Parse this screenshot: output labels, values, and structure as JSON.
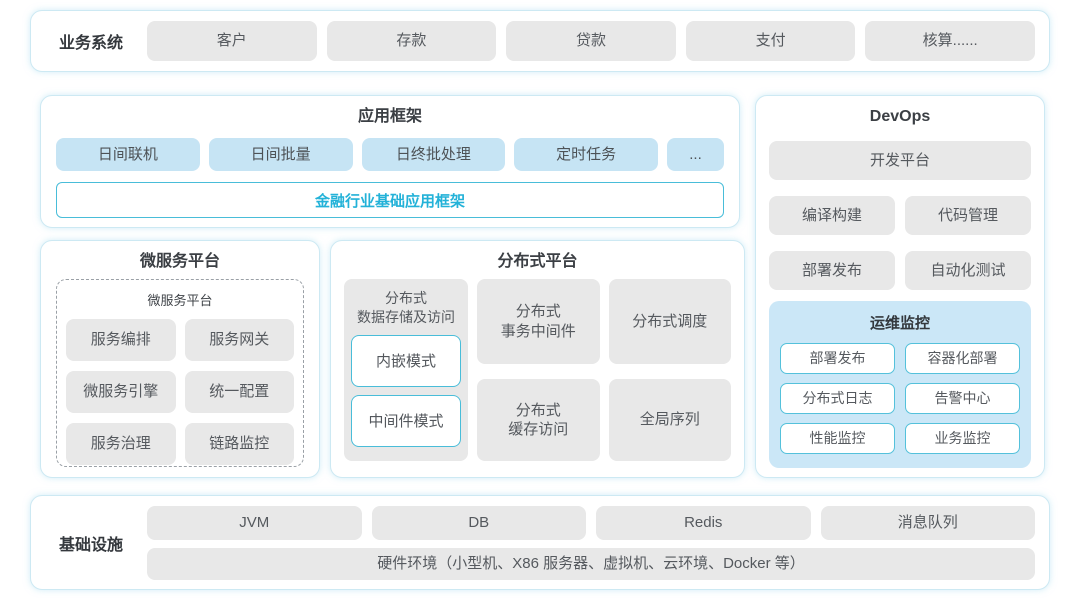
{
  "colors": {
    "accent_text": "#23b2d8",
    "accent_border": "#49bdd9",
    "panel_border": "#cde9f3",
    "gray_fill": "#e8e8e8",
    "blue_fill": "#c6e4f4",
    "monitor_fill": "#cbe7f7",
    "body_text": "#55595e",
    "title_text": "#3b3f44"
  },
  "business": {
    "label": "业务系统",
    "items": [
      "客户",
      "存款",
      "贷款",
      "支付",
      "核算......"
    ]
  },
  "app_framework": {
    "title": "应用框架",
    "items": [
      "日间联机",
      "日间批量",
      "日终批处理",
      "定时任务",
      "..."
    ],
    "base_label": "金融行业基础应用框架"
  },
  "microservice": {
    "title": "微服务平台",
    "inner_title": "微服务平台",
    "items": [
      "服务编排",
      "服务网关",
      "微服务引擎",
      "统一配置",
      "服务治理",
      "链路监控"
    ]
  },
  "distributed": {
    "title": "分布式平台",
    "storage": {
      "label": "分布式\n数据存储及访问",
      "modes": [
        "内嵌模式",
        "中间件模式"
      ]
    },
    "transaction": "分布式\n事务中间件",
    "scheduling": "分布式调度",
    "cache": "分布式\n缓存访问",
    "sequence": "全局序列"
  },
  "devops": {
    "title": "DevOps",
    "platform": "开发平台",
    "items": [
      "编译构建",
      "代码管理",
      "部署发布",
      "自动化测试"
    ],
    "monitor": {
      "title": "运维监控",
      "items": [
        "部署发布",
        "容器化部署",
        "分布式日志",
        "告警中心",
        "性能监控",
        "业务监控"
      ]
    }
  },
  "infrastructure": {
    "label": "基础设施",
    "items": [
      "JVM",
      "DB",
      "Redis",
      "消息队列"
    ],
    "hardware": "硬件环境（小型机、X86 服务器、虚拟机、云环境、Docker 等）"
  }
}
